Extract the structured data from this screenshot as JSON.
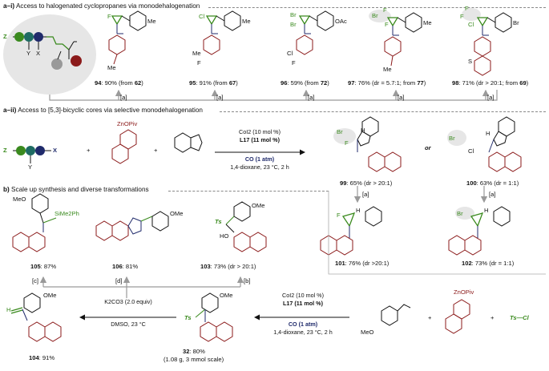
{
  "sections": {
    "a1_prefix": "a–i)",
    "a1_title": "Access to halogenated cyclopropanes via monodehalogenation",
    "a2_prefix": "a–ii)",
    "a2_title": "Access to [5,3]-bicyclic cores via selective monodehalogenation",
    "b_prefix": "b)",
    "b_title": "Scale up synthesis and diverse transformations"
  },
  "scheme_labels": {
    "z": "Z",
    "y": "Y",
    "x": "X",
    "or": "or"
  },
  "atoms": {
    "me": "Me",
    "f": "F",
    "cl": "Cl",
    "br": "Br",
    "oac": "OAc",
    "s": "S",
    "ome": "OMe",
    "meo": "MeO",
    "sime2ph": "SiMe2Ph",
    "ts": "Ts",
    "ho": "HO",
    "h": "H",
    "znopiv": "ZnOPiv",
    "ts_cl": "Ts—Cl"
  },
  "products_a1": [
    {
      "num": "94",
      "yield": ": 90% (from ",
      "src": "62",
      "close": ")",
      "ref": "[a]"
    },
    {
      "num": "95",
      "yield": ": 91% (from ",
      "src": "67",
      "close": ")",
      "ref": "[a]"
    },
    {
      "num": "96",
      "yield": ": 59% (from ",
      "src": "72",
      "close": ")",
      "ref": "[a]"
    },
    {
      "num": "97",
      "yield": ": 76% (dr = 5.7:1; from ",
      "src": "77",
      "close": ")",
      "ref": "[a]"
    },
    {
      "num": "98",
      "yield": ": 71% (dr > 20:1; from ",
      "src": "69",
      "close": ")",
      "ref": "[a]"
    }
  ],
  "conditions_a2": {
    "line1": "CoI2 (10 mol %)",
    "line2": "L17 (11 mol %)",
    "line3": "CO (1 atm)",
    "line4": "1,4-dioxane, 23 °C, 2 h"
  },
  "products_a2": [
    {
      "num": "99",
      "text": ": 65% (dr > 20:1)"
    },
    {
      "num": "100",
      "text": ": 63% (dr = 1:1)"
    },
    {
      "num": "101",
      "text": ": 76% (dr >20:1)"
    },
    {
      "num": "102",
      "text": ": 73% (dr = 1:1)"
    }
  ],
  "refs_a2": {
    "r99": "[a]",
    "r100": "[a]"
  },
  "products_b": [
    {
      "num": "105",
      "text": ": 87%",
      "ref": "[c]"
    },
    {
      "num": "106",
      "text": ": 81%",
      "ref": "[d]"
    },
    {
      "num": "103",
      "text": ": 73% (dr > 20:1)",
      "ref": "[b]"
    },
    {
      "num": "104",
      "text": ": 91%"
    },
    {
      "num": "32",
      "text": ": 80%",
      "scale": "(1.08 g, 3 mmol scale)"
    }
  ],
  "conditions_b_right": {
    "line1": "CoI2 (10 mol %)",
    "line2": "L17 (11 mol %)",
    "line3": "CO (1 atm)",
    "line4": "1,4-dioxane, 23 °C, 2 h"
  },
  "conditions_b_left": {
    "line1": "K2CO3 (2.0 equiv)",
    "line2": "DMSO, 23 °C"
  },
  "plus": "+",
  "colors": {
    "green": "#3a8a1e",
    "red": "#8b1a1a",
    "navy": "#1f2a6b",
    "teal": "#1e6b63",
    "gray_box": "#e6e6e6",
    "gray_arrow": "#9a9a9a"
  }
}
